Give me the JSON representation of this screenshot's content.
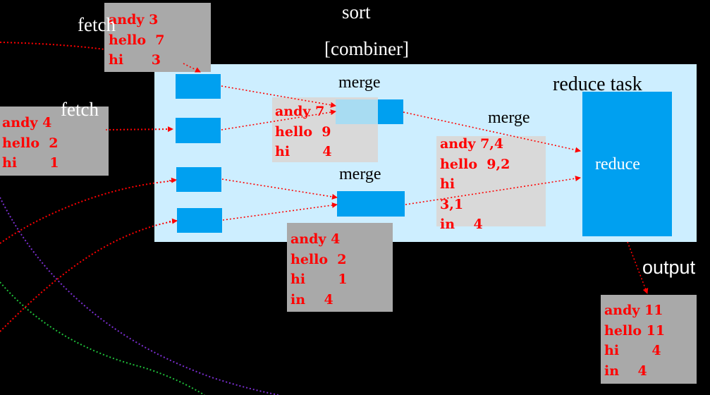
{
  "titles": {
    "sort": "sort",
    "combiner": "[combiner]",
    "reduce_task": "reduce task",
    "reduce": "reduce",
    "output": "output"
  },
  "fetch_labels": [
    "fetch",
    "fetch"
  ],
  "merge_labels": [
    "merge",
    "merge",
    "merge"
  ],
  "map_outputs": {
    "top": [
      "andy 3",
      "hello  7",
      "hi      3"
    ],
    "left": [
      "andy 4",
      "hello  2",
      "hi       1"
    ]
  },
  "merge_box_a": [
    "andy 7",
    "hello  9",
    "hi       4"
  ],
  "merge_box_b": [
    "andy 4",
    "hello  2",
    "hi       1",
    "in    4"
  ],
  "merge_box_c": [
    "andy 7,4",
    "hello  9,2",
    "hi",
    "3,1",
    "in    4"
  ],
  "output_box": [
    "andy 11",
    "hello 11",
    "hi       4",
    "in    4"
  ],
  "colors": {
    "background": "#000000",
    "panel": "#cdeeff",
    "block": "#00a0f0",
    "text_red": "#ff0000",
    "arrow_red": "#ff0000",
    "curve_purple": "#7a2fd0",
    "curve_green": "#1fbf3a"
  }
}
